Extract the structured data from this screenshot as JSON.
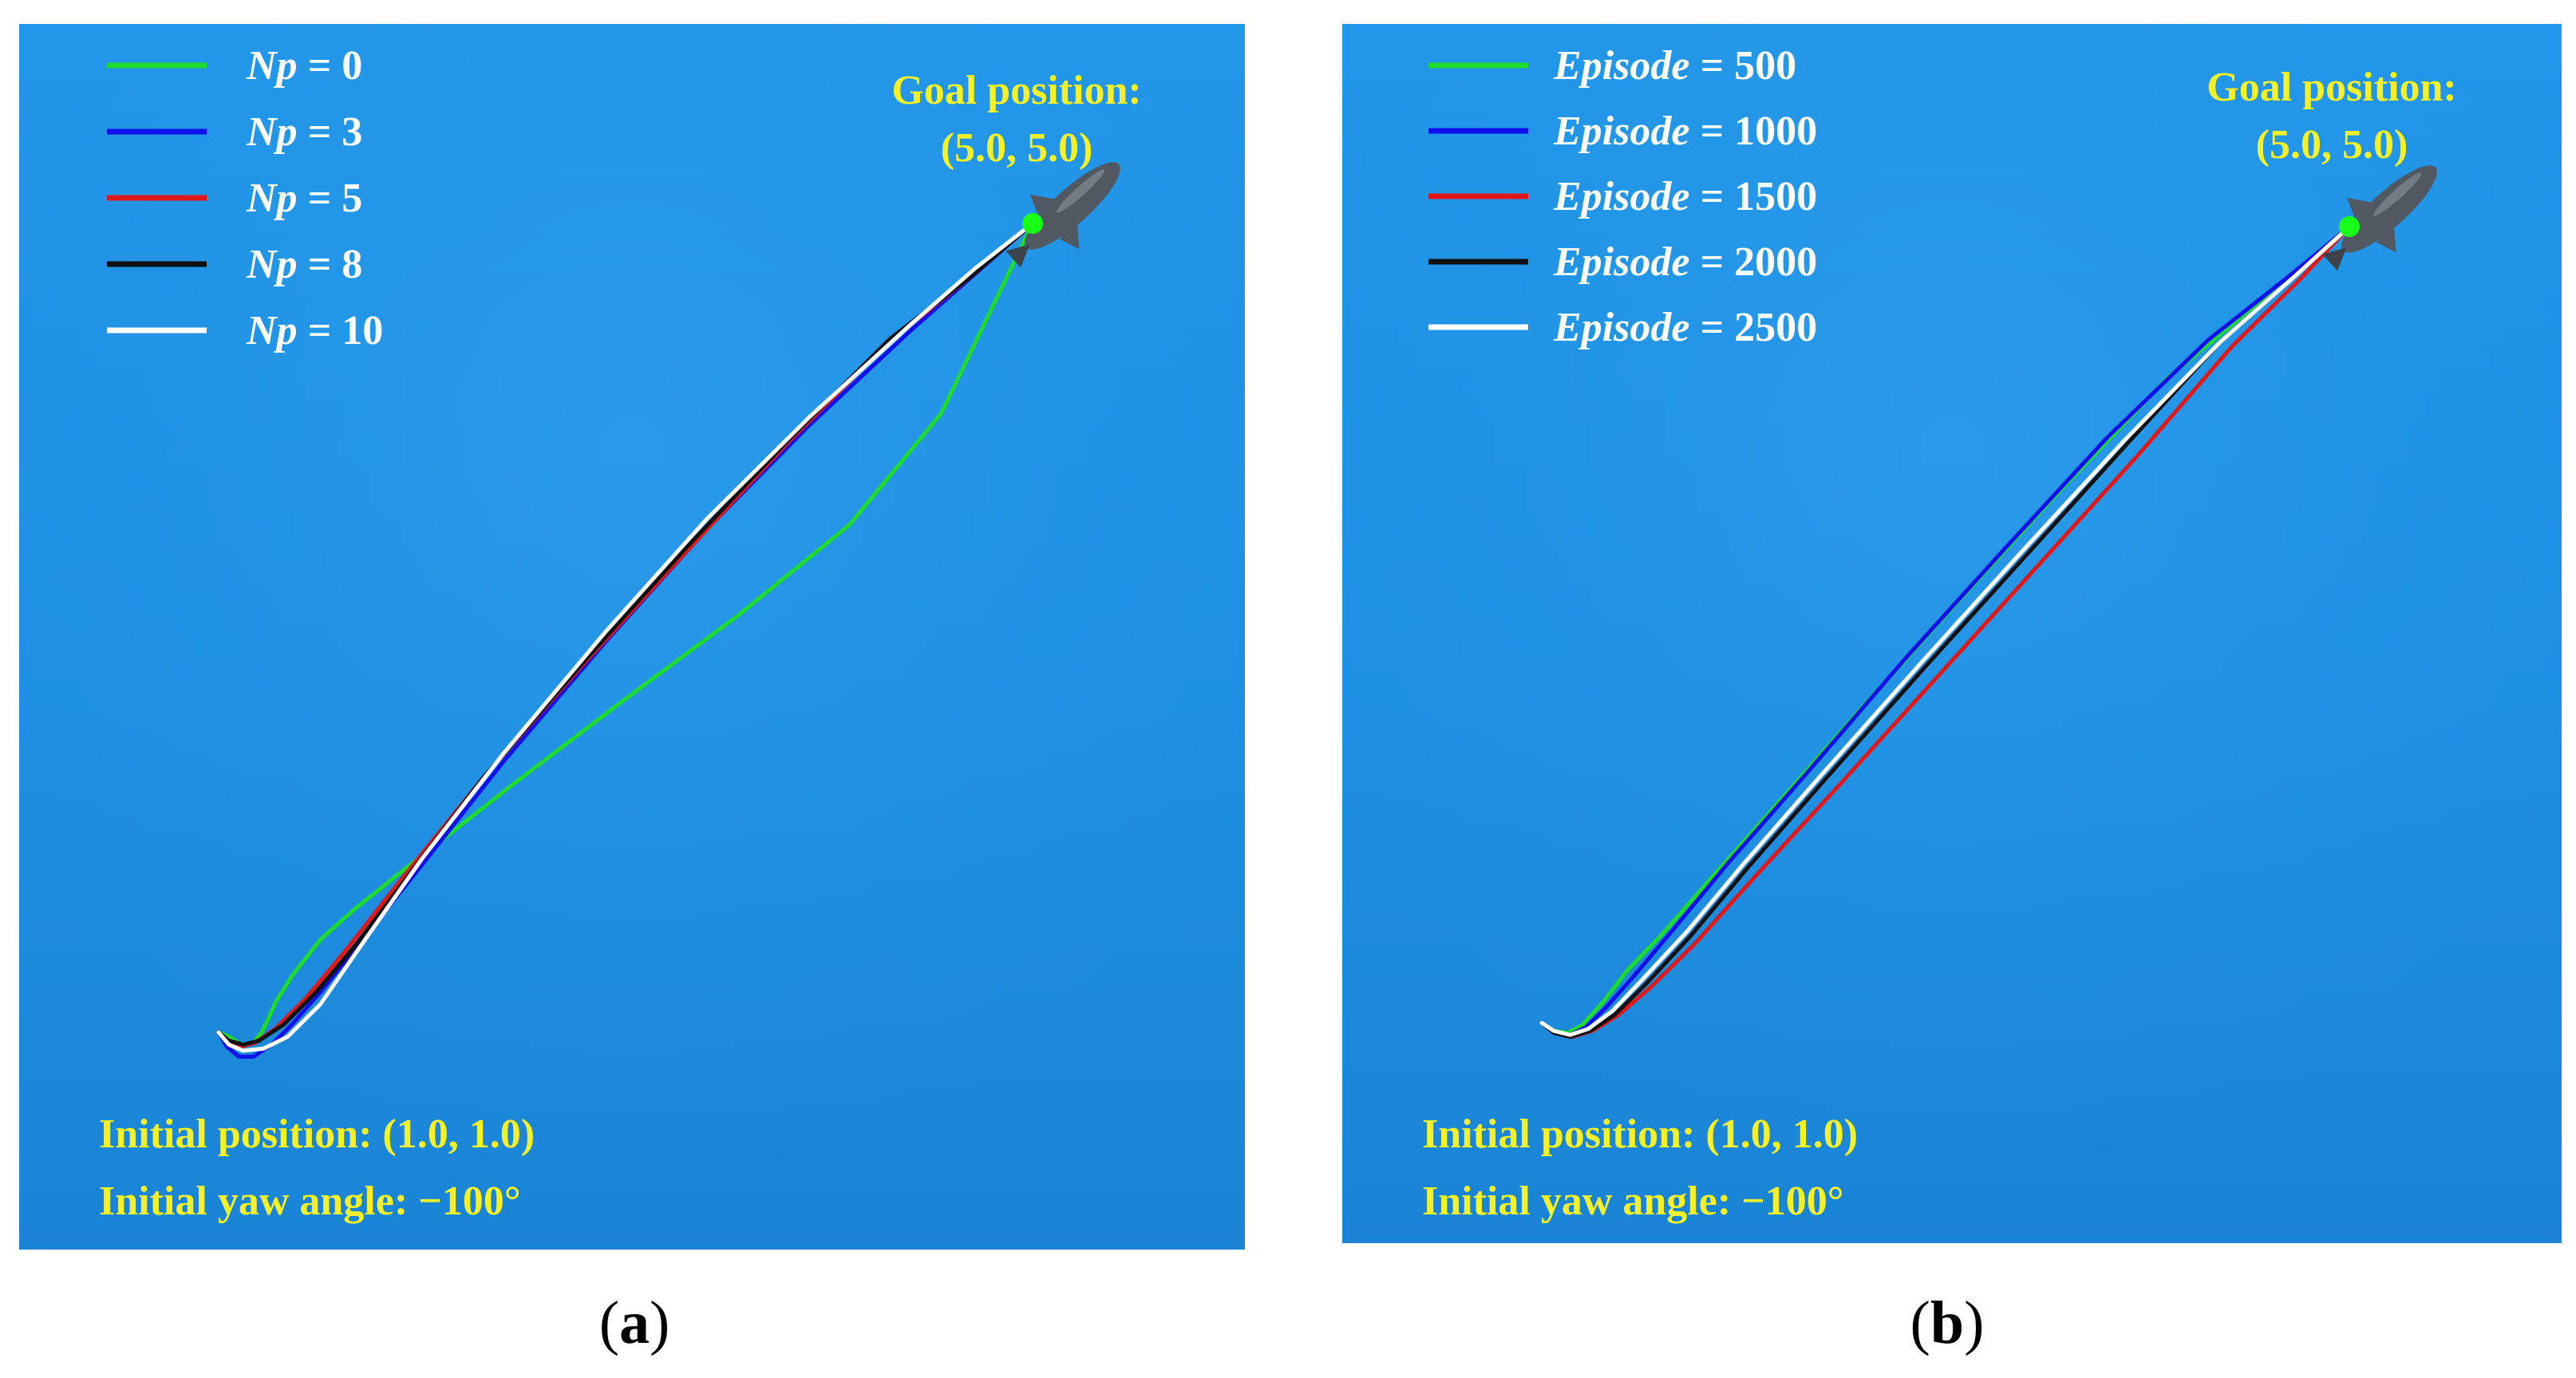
{
  "colors": {
    "background_top": "#2196e8",
    "background_bottom": "#1b86d6",
    "label_yellow": "#f4f02a",
    "goal_marker": "#1aff1a",
    "vehicle": "#505862"
  },
  "chart_data": [
    {
      "type": "line",
      "panel_label": "a",
      "x_range": [
        1.0,
        5.0
      ],
      "y_range": [
        1.0,
        5.0
      ],
      "legend_placement": "top-left",
      "legend_symbol": "Np",
      "goal_label_line1": "Goal position:",
      "goal_label_line2": "(5.0, 5.0)",
      "initial_position_label": "Initial position: (1.0, 1.0)",
      "initial_yaw_label": "Initial yaw angle: −100°",
      "series": [
        {
          "name": "0",
          "color": "#1fdc2c",
          "points": [
            [
              1.0,
              1.0
            ],
            [
              1.05,
              0.98
            ],
            [
              1.11,
              0.94
            ],
            [
              1.17,
              0.95
            ],
            [
              1.21,
              1.0
            ],
            [
              1.24,
              1.06
            ],
            [
              1.28,
              1.15
            ],
            [
              1.36,
              1.28
            ],
            [
              1.5,
              1.46
            ],
            [
              1.68,
              1.62
            ],
            [
              1.98,
              1.86
            ],
            [
              2.45,
              2.23
            ],
            [
              3.0,
              2.65
            ],
            [
              3.55,
              3.06
            ],
            [
              4.1,
              3.51
            ],
            [
              4.55,
              4.06
            ],
            [
              5.0,
              5.0
            ]
          ]
        },
        {
          "name": "3",
          "color": "#1010ee",
          "points": [
            [
              1.0,
              1.0
            ],
            [
              1.04,
              0.93
            ],
            [
              1.1,
              0.88
            ],
            [
              1.17,
              0.88
            ],
            [
              1.26,
              0.94
            ],
            [
              1.36,
              1.04
            ],
            [
              1.5,
              1.2
            ],
            [
              1.7,
              1.45
            ],
            [
              2.0,
              1.83
            ],
            [
              2.4,
              2.34
            ],
            [
              2.9,
              2.93
            ],
            [
              3.4,
              3.49
            ],
            [
              3.9,
              4.0
            ],
            [
              4.4,
              4.47
            ],
            [
              5.0,
              5.0
            ]
          ]
        },
        {
          "name": "5",
          "color": "#e11818",
          "points": [
            [
              1.0,
              1.0
            ],
            [
              1.05,
              0.95
            ],
            [
              1.11,
              0.93
            ],
            [
              1.18,
              0.95
            ],
            [
              1.28,
              1.02
            ],
            [
              1.42,
              1.16
            ],
            [
              1.62,
              1.4
            ],
            [
              1.9,
              1.76
            ],
            [
              2.3,
              2.26
            ],
            [
              2.8,
              2.83
            ],
            [
              3.3,
              3.38
            ],
            [
              3.8,
              3.92
            ],
            [
              4.3,
              4.42
            ],
            [
              4.7,
              4.74
            ],
            [
              5.0,
              5.0
            ]
          ]
        },
        {
          "name": "8",
          "color": "#101010",
          "points": [
            [
              1.0,
              1.0
            ],
            [
              1.05,
              0.96
            ],
            [
              1.12,
              0.94
            ],
            [
              1.2,
              0.96
            ],
            [
              1.32,
              1.04
            ],
            [
              1.48,
              1.2
            ],
            [
              1.68,
              1.44
            ],
            [
              1.95,
              1.8
            ],
            [
              2.3,
              2.26
            ],
            [
              2.8,
              2.84
            ],
            [
              3.3,
              3.4
            ],
            [
              3.8,
              3.93
            ],
            [
              4.3,
              4.43
            ],
            [
              4.7,
              4.74
            ],
            [
              5.0,
              5.0
            ]
          ]
        },
        {
          "name": "10",
          "color": "#ffffff",
          "points": [
            [
              1.0,
              1.0
            ],
            [
              1.05,
              0.94
            ],
            [
              1.12,
              0.91
            ],
            [
              1.22,
              0.92
            ],
            [
              1.34,
              0.98
            ],
            [
              1.5,
              1.14
            ],
            [
              1.72,
              1.46
            ],
            [
              2.0,
              1.86
            ],
            [
              2.4,
              2.38
            ],
            [
              2.9,
              2.98
            ],
            [
              3.4,
              3.54
            ],
            [
              3.9,
              4.04
            ],
            [
              4.4,
              4.5
            ],
            [
              4.72,
              4.78
            ],
            [
              5.0,
              5.0
            ]
          ]
        }
      ]
    },
    {
      "type": "line",
      "panel_label": "b",
      "x_range": [
        1.0,
        5.0
      ],
      "y_range": [
        1.0,
        5.0
      ],
      "legend_placement": "top-left",
      "legend_symbol": "Episode",
      "goal_label_line1": "Goal position:",
      "goal_label_line2": "(5.0, 5.0)",
      "initial_position_label": "Initial position: (1.0, 1.0)",
      "initial_yaw_label": "Initial yaw angle: −100°",
      "series": [
        {
          "name": "500",
          "color": "#1fdc2c",
          "points": [
            [
              1.0,
              1.0
            ],
            [
              1.06,
              0.96
            ],
            [
              1.13,
              0.95
            ],
            [
              1.2,
              0.99
            ],
            [
              1.3,
              1.1
            ],
            [
              1.42,
              1.26
            ],
            [
              1.6,
              1.45
            ],
            [
              1.85,
              1.74
            ],
            [
              2.2,
              2.14
            ],
            [
              2.6,
              2.6
            ],
            [
              3.1,
              3.16
            ],
            [
              3.6,
              3.71
            ],
            [
              4.1,
              4.24
            ],
            [
              4.6,
              4.66
            ],
            [
              5.0,
              5.0
            ]
          ]
        },
        {
          "name": "1000",
          "color": "#1010ee",
          "points": [
            [
              1.0,
              1.0
            ],
            [
              1.06,
              0.95
            ],
            [
              1.14,
              0.94
            ],
            [
              1.22,
              0.98
            ],
            [
              1.32,
              1.08
            ],
            [
              1.46,
              1.24
            ],
            [
              1.66,
              1.48
            ],
            [
              1.92,
              1.8
            ],
            [
              2.3,
              2.24
            ],
            [
              2.8,
              2.83
            ],
            [
              3.3,
              3.39
            ],
            [
              3.8,
              3.94
            ],
            [
              4.3,
              4.43
            ],
            [
              4.7,
              4.75
            ],
            [
              5.0,
              5.0
            ]
          ]
        },
        {
          "name": "1500",
          "color": "#e11818",
          "points": [
            [
              1.0,
              1.0
            ],
            [
              1.06,
              0.95
            ],
            [
              1.15,
              0.93
            ],
            [
              1.25,
              0.96
            ],
            [
              1.38,
              1.04
            ],
            [
              1.54,
              1.18
            ],
            [
              1.76,
              1.4
            ],
            [
              2.06,
              1.74
            ],
            [
              2.46,
              2.18
            ],
            [
              2.96,
              2.74
            ],
            [
              3.46,
              3.3
            ],
            [
              3.96,
              3.86
            ],
            [
              4.42,
              4.4
            ],
            [
              4.76,
              4.74
            ],
            [
              5.0,
              5.0
            ]
          ]
        },
        {
          "name": "2000",
          "color": "#101010",
          "points": [
            [
              1.0,
              1.0
            ],
            [
              1.06,
              0.95
            ],
            [
              1.14,
              0.93
            ],
            [
              1.24,
              0.96
            ],
            [
              1.36,
              1.04
            ],
            [
              1.52,
              1.2
            ],
            [
              1.74,
              1.44
            ],
            [
              2.02,
              1.78
            ],
            [
              2.4,
              2.22
            ],
            [
              2.9,
              2.79
            ],
            [
              3.4,
              3.35
            ],
            [
              3.9,
              3.91
            ],
            [
              4.36,
              4.42
            ],
            [
              4.74,
              4.76
            ],
            [
              5.0,
              5.0
            ]
          ]
        },
        {
          "name": "2500",
          "color": "#ffffff",
          "points": [
            [
              1.0,
              1.0
            ],
            [
              1.06,
              0.96
            ],
            [
              1.14,
              0.94
            ],
            [
              1.23,
              0.97
            ],
            [
              1.35,
              1.06
            ],
            [
              1.5,
              1.22
            ],
            [
              1.72,
              1.46
            ],
            [
              2.0,
              1.8
            ],
            [
              2.38,
              2.24
            ],
            [
              2.88,
              2.81
            ],
            [
              3.38,
              3.37
            ],
            [
              3.88,
              3.92
            ],
            [
              4.36,
              4.42
            ],
            [
              4.74,
              4.76
            ],
            [
              5.0,
              5.0
            ]
          ]
        }
      ]
    }
  ]
}
